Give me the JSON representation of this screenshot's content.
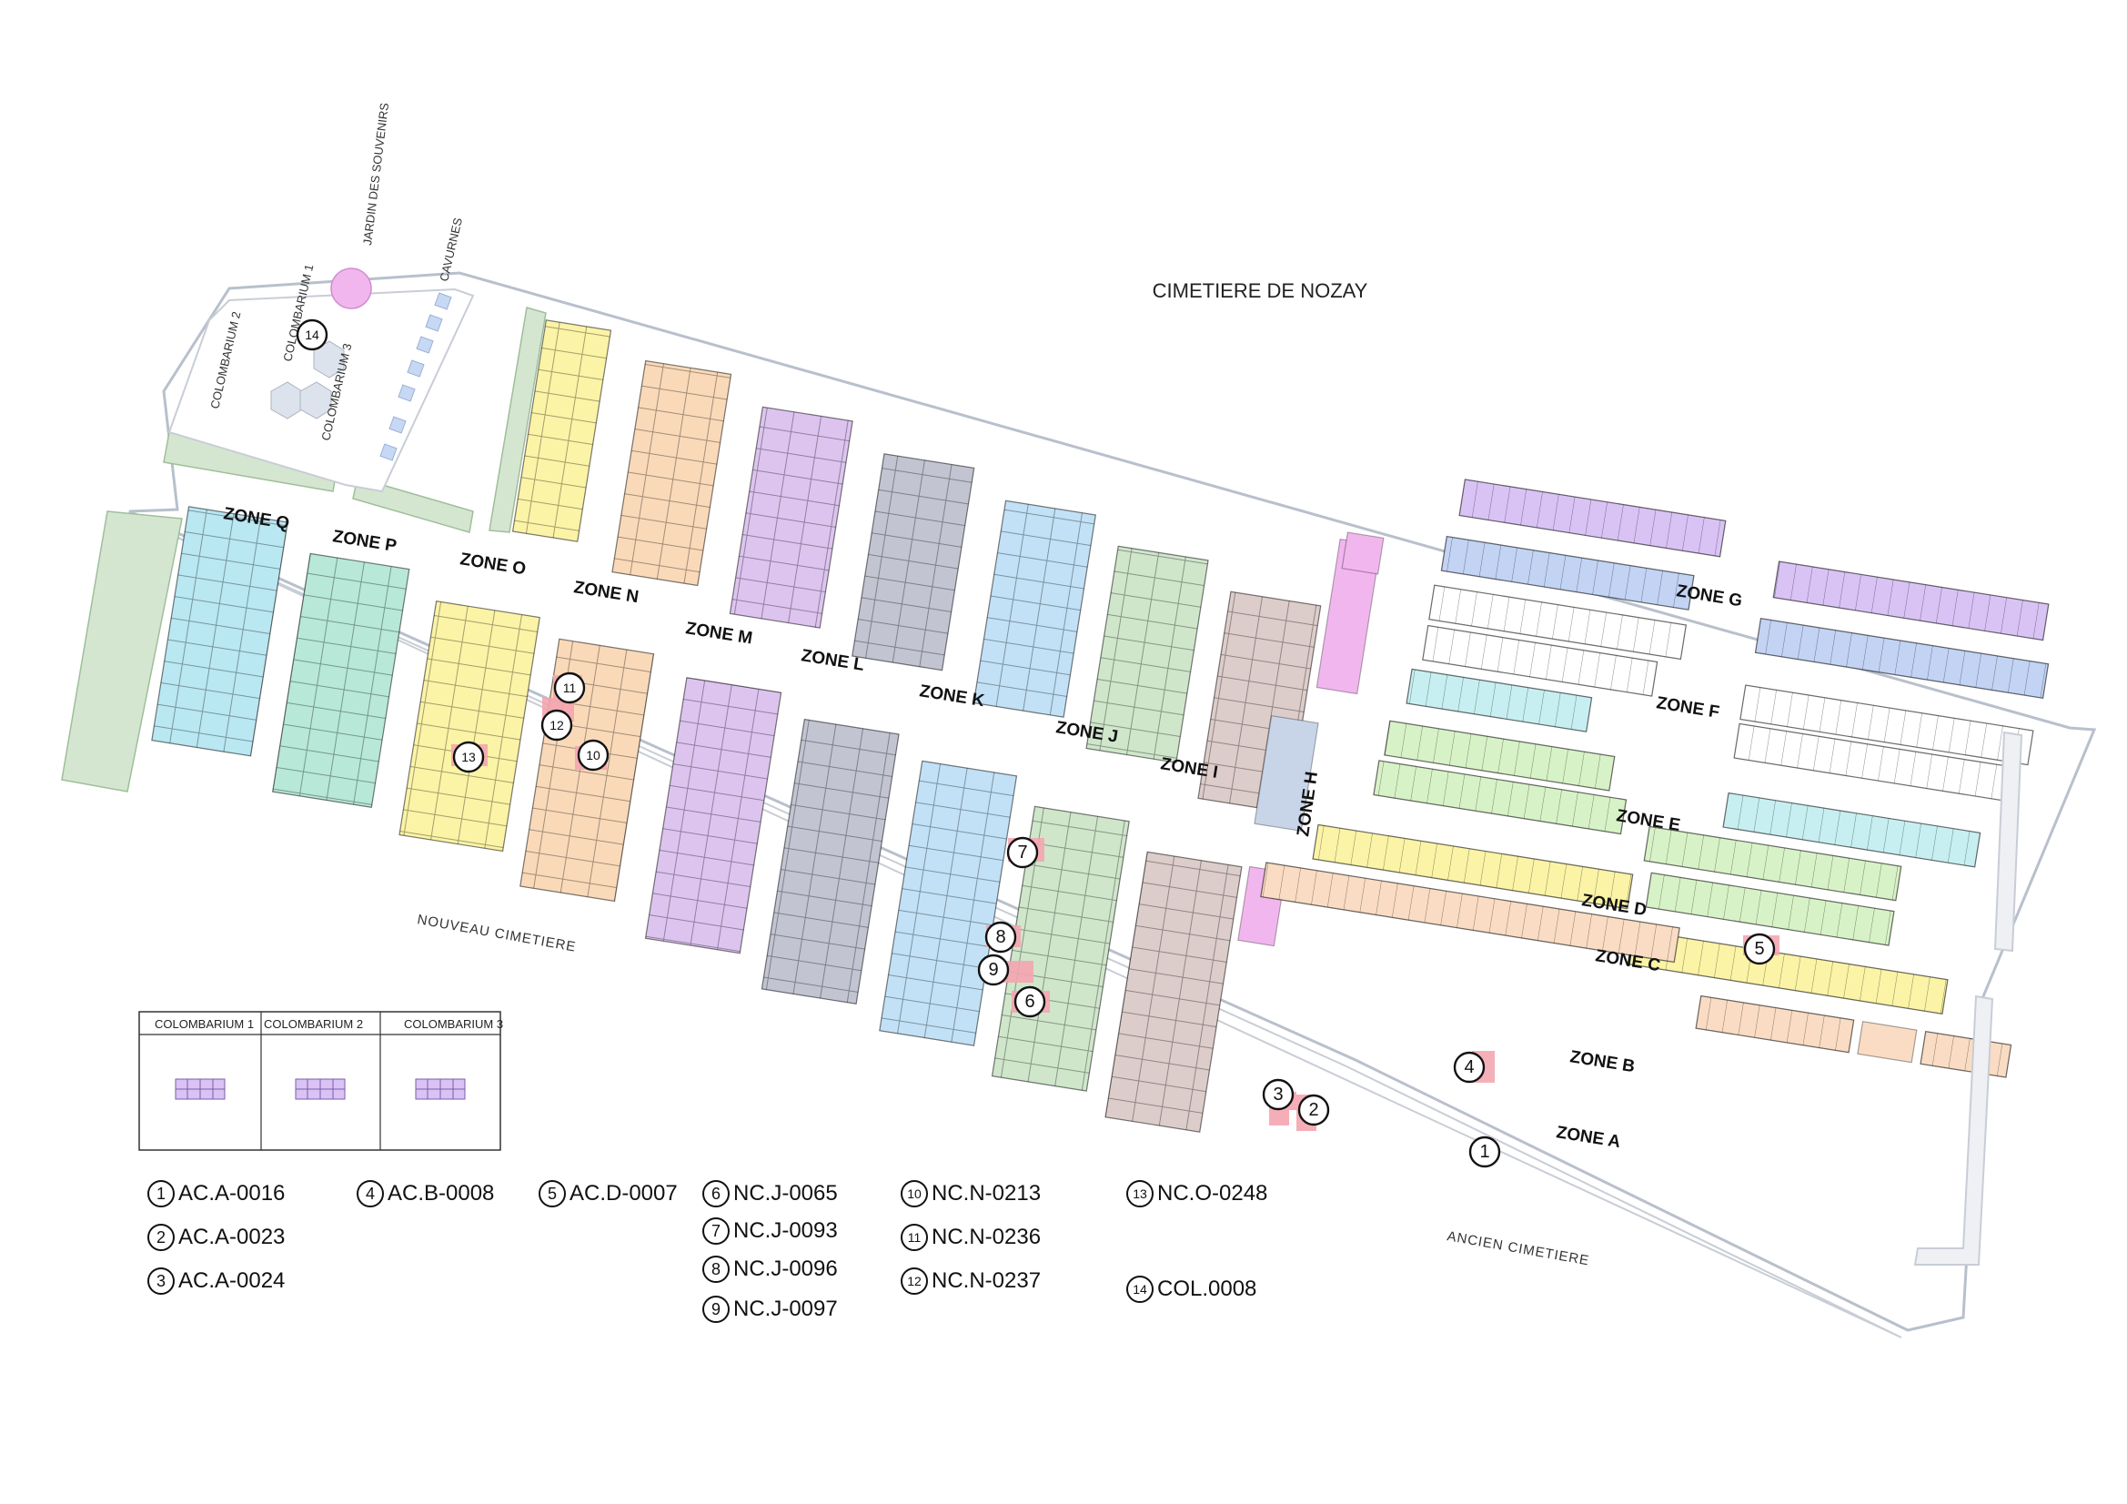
{
  "title": "CIMETIERE DE NOZAY",
  "areas": {
    "new": "NOUVEAU CIMETIERE",
    "old": "ANCIEN CIMETIERE",
    "jardin": "JARDIN DES SOUVENIRS",
    "cavurnes": "CAVURNES",
    "colombarium_1": "COLOMBARIUM 1",
    "colombarium_2": "COLOMBARIUM 2",
    "colombarium_3": "COLOMBARIUM 3"
  },
  "zones": {
    "a": "ZONE A",
    "b": "ZONE B",
    "c": "ZONE C",
    "d": "ZONE D",
    "e": "ZONE E",
    "f": "ZONE F",
    "g": "ZONE G",
    "h": "ZONE H",
    "i": "ZONE I",
    "j": "ZONE J",
    "k": "ZONE K",
    "l": "ZONE L",
    "m": "ZONE M",
    "n": "ZONE N",
    "o": "ZONE O",
    "p": "ZONE P",
    "q": "ZONE Q"
  },
  "colombarium_table": {
    "headers": [
      "COLOMBARIUM 1",
      "COLOMBARIUM 2",
      "COLOMBARIUM 3"
    ]
  },
  "colors": {
    "zone_q": "#b9e7f2",
    "zone_p": "#b7e8d8",
    "zone_o": "#fbf3a6",
    "zone_n": "#f9d9b8",
    "zone_m": "#ddc4ef",
    "zone_l": "#c2c4d2",
    "zone_k": "#c2e1f6",
    "zone_j": "#cfe6cb",
    "zone_i": "#ddcdca",
    "zone_h": "#c8d5e8",
    "pink": "#f2b6ee",
    "zone_g": "#d9c3f5",
    "zone_f": "#c2d3f4",
    "zone_e": "#ffffff",
    "zone_d": "#c7eff1",
    "zone_c": "#d8f2c8",
    "zone_b": "#fbf3a6",
    "zone_a": "#f9dcc3",
    "highlight": "#f4a6b0",
    "green_strip": "#d4e6d0"
  },
  "markers": [
    {
      "num": "1",
      "code": "AC.A-0016"
    },
    {
      "num": "2",
      "code": "AC.A-0023"
    },
    {
      "num": "3",
      "code": "AC.A-0024"
    },
    {
      "num": "4",
      "code": "AC.B-0008"
    },
    {
      "num": "5",
      "code": "AC.D-0007"
    },
    {
      "num": "6",
      "code": "NC.J-0065"
    },
    {
      "num": "7",
      "code": "NC.J-0093"
    },
    {
      "num": "8",
      "code": "NC.J-0096"
    },
    {
      "num": "9",
      "code": "NC.J-0097"
    },
    {
      "num": "10",
      "code": "NC.N-0213"
    },
    {
      "num": "11",
      "code": "NC.N-0236"
    },
    {
      "num": "12",
      "code": "NC.N-0237"
    },
    {
      "num": "13",
      "code": "NC.O-0248"
    },
    {
      "num": "14",
      "code": "COL.0008"
    }
  ]
}
